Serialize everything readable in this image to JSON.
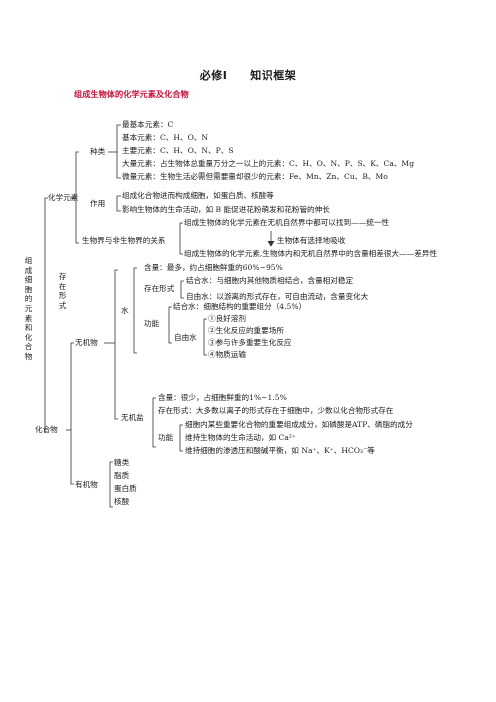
{
  "header": {
    "title": "必修Ⅰ　　知识框架",
    "subtitle": "组成生物体的化学元素及化合物"
  },
  "side": {
    "vertical_text": "组成细胞的元素和化合物",
    "exist_form": "存在形式"
  },
  "elements": {
    "label": "化学元素",
    "kinds": {
      "label": "种类",
      "items": [
        "最基本元素：C",
        "基本元素：C、H、O、N",
        "主要元素：C、H、O、N、P、S",
        "大量元素：占生物体总重量万分之一以上的元素：C、H、O、N、P、S、K、Ca、Mg",
        "微量元素：生物生活必需但需要量却很少的元素：Fe、Mn、Zn、Cu、B、Mo"
      ]
    },
    "function": {
      "label": "作用",
      "items": [
        "组成化合物进而构成细胞，如蛋白质、核酸等",
        "影响生物体的生命活动，如 B 能促进花粉萌发和花粉管的伸长"
      ]
    },
    "relation": {
      "label": "生物界与非生物界的关系",
      "unity": "组成生物体的化学元素在无机自然界中都可以找到——统一性",
      "selective": "生物体有选择地吸收",
      "difference": "组成生物体的化学元素,生物体内和无机自然界中的含量相差很大——差异性"
    }
  },
  "compounds": {
    "label": "化合物",
    "inorganic": {
      "label": "无机物",
      "water": {
        "label": "水",
        "content": "含量：最多，约占细胞鲜重的60%~95%",
        "form_label": "存在形式",
        "forms": [
          "结合水：与细胞内其他物质相结合，含量相对稳定",
          "自由水：以游离的形式存在，可自由流动，含量变化大"
        ],
        "function_label": "功能",
        "bound_function": "结合水：细胞结构的重要组分（4.5%）",
        "free_label": "自由水",
        "free_functions": [
          "①良好溶剂",
          "②生化反应的重要场所",
          "③参与许多重要生化反应",
          "④物质运输"
        ]
      },
      "salt": {
        "label": "无机盐",
        "content": "含量：很少，占细胞鲜重的1%~1.5%",
        "form": "存在形式：大多数以离子的形式存在于细胞中，少数以化合物形式存在",
        "function_label": "功能",
        "functions": [
          "细胞内某些重要化合物的重要组成成分，如磷酸是ATP、磷脂的成分",
          "维持生物体的生命活动，如 Ca²⁺",
          "维持细胞的渗透压和酸碱平衡，如 Na⁺、K⁺、HCO₃⁻等"
        ]
      }
    },
    "organic": {
      "label": "有机物",
      "items": [
        "糖类",
        "脂质",
        "蛋白质",
        "核酸"
      ]
    }
  }
}
